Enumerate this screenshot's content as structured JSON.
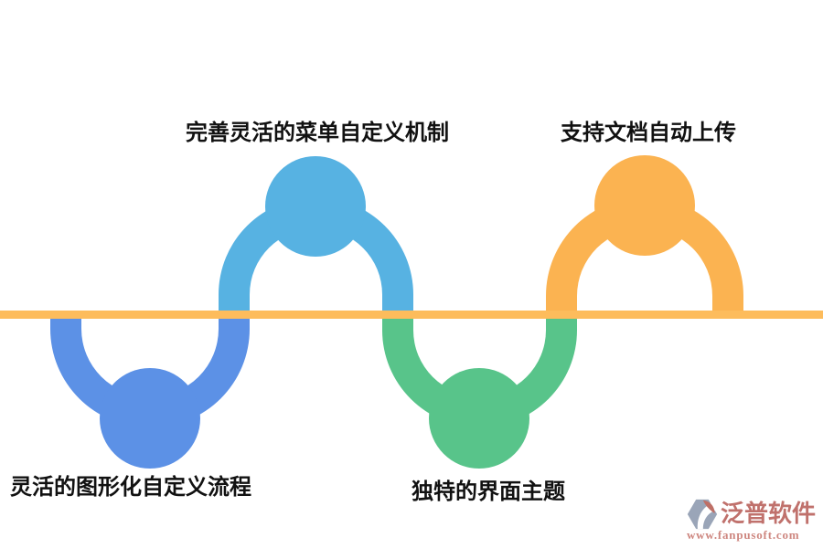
{
  "diagram": {
    "baseline_color": "#FDBC5C",
    "nodes": [
      {
        "id": "menu-customization",
        "label": "完善灵活的菜单自定义机制",
        "side": "above-line",
        "color": "#57B2E2"
      },
      {
        "id": "auto-upload",
        "label": "支持文档自动上传",
        "side": "above-line",
        "color": "#FBB351"
      },
      {
        "id": "graphic-workflow",
        "label": "灵活的图形化自定义流程",
        "side": "below-line",
        "color": "#5C91E6"
      },
      {
        "id": "ui-theme",
        "label": "独特的界面主题",
        "side": "below-line",
        "color": "#58C48A"
      }
    ]
  },
  "watermark": {
    "brand": "泛普软件",
    "url": "www.fanpusoft.com",
    "brand_color": "#C0716C",
    "url_color": "#CE8780",
    "icon": "fanpu-pinwheel-icon",
    "icon_gray": "#9AA5B8",
    "icon_red": "#BE6F66"
  }
}
